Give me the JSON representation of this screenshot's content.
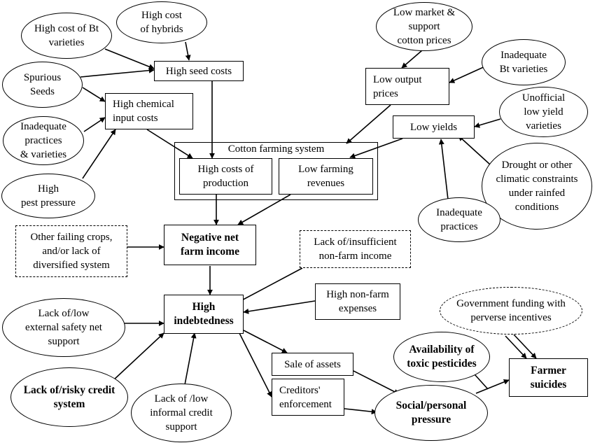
{
  "group": {
    "title": "Cotton farming system"
  },
  "nodes": {
    "high_cost_hybrids": "High cost\nof hybrids",
    "high_cost_bt": "High cost of Bt\nvarieties",
    "spurious_seeds": "Spurious\nSeeds",
    "high_seed_costs": "High seed costs",
    "high_chemical": "High chemical\ninput costs",
    "inadequate_practices_varieties": "Inadequate\npractices\n& varieties",
    "high_pest": "High\npest pressure",
    "high_costs_production": "High costs of\nproduction",
    "low_farming_revenues": "Low farming\nrevenues",
    "low_market": "Low market &\nsupport\ncotton prices",
    "low_output": "Low output\nprices",
    "inadequate_bt": "Inadequate\nBt varieties",
    "unofficial": "Unofficial\nlow yield\nvarieties",
    "low_yields": "Low yields",
    "drought": "Drought or other\nclimatic constraints\nunder rainfed\nconditions",
    "inadequate_practices": "Inadequate\npractices",
    "other_failing": "Other failing crops,\nand/or lack of\ndiversified system",
    "negative_income": "Negative net\nfarm income",
    "lack_nonfarm": "Lack of/insufficient\nnon-farm income",
    "high_nonfarm": "High non-farm\nexpenses",
    "high_indebtedness": "High\nindebtedness",
    "lack_safety": "Lack of/low\nexternal safety net\nsupport",
    "lack_credit": "Lack of/risky credit\nsystem",
    "lack_informal": "Lack of /low\ninformal credit\nsupport",
    "sale_assets": "Sale of assets",
    "creditors": "Creditors'\nenforcement",
    "social_pressure": "Social/personal\npressure",
    "toxic_pesticides": "Availability of\ntoxic pesticides",
    "govt_funding": "Government funding with\nperverse incentives",
    "farmer_suicides": "Farmer\nsuicides"
  }
}
